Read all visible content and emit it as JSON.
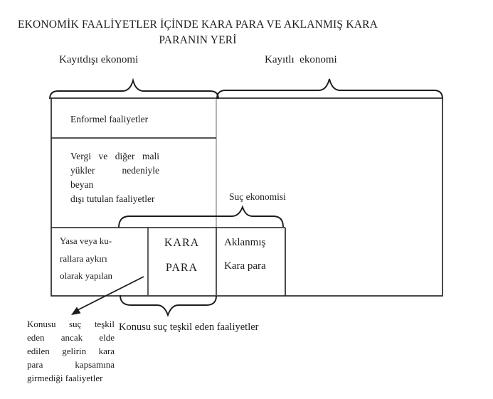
{
  "colors": {
    "ink": "#1c1c1c",
    "divider_gray": "#8a8a8a",
    "paper": "#ffffff"
  },
  "title": {
    "line1": "EKONOMİK FAALİYETLER İÇİNDE KARA PARA VE AKLANMIŞ KARA",
    "line2": "PARANIN YERİ"
  },
  "brace_labels": {
    "informal_economy": "Kayıtdışı ekonomi",
    "formal_economy": "Kayıtlı  ekonomi",
    "crime_economy": "Suç ekonomisi",
    "criminal_activities": "Konusu suç teşkil eden faaliyetler"
  },
  "cells": {
    "informal_activities": "Enformel faaliyetler",
    "undeclared_activities_lines": [
      "Vergi ve diğer mali",
      "yükler nedeniyle beyan",
      "dışı tutulan faaliyetler"
    ],
    "illegal_activities_lines": [
      "Yasa veya ku-",
      "rallara aykırı",
      "olarak yapılan"
    ],
    "black_money_lines": [
      "KARA",
      "PARA"
    ],
    "laundered_money_lines": [
      "Aklanmış",
      "Kara para"
    ]
  },
  "annotations": {
    "non_black_money_note_lines": [
      "Konusu suç teşkil",
      "eden ancak elde",
      "edilen gelirin kara",
      "para kapsamına",
      "girmediği faaliyetler"
    ]
  }
}
